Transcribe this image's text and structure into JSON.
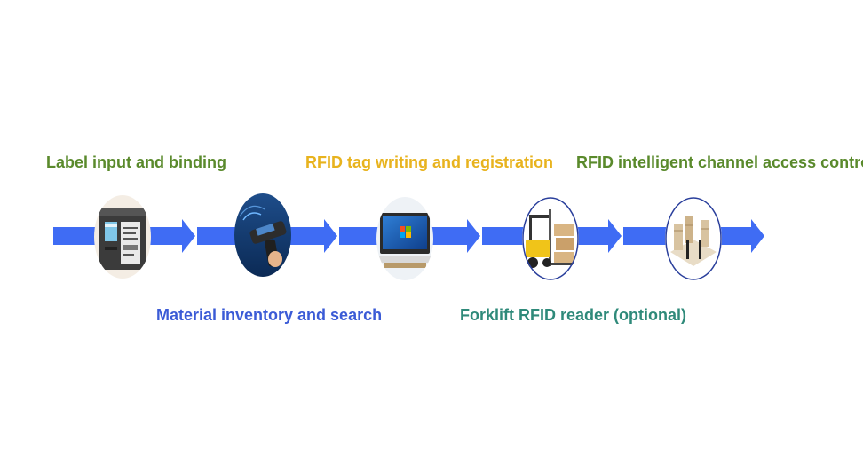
{
  "steps": [
    {
      "id": "label",
      "label": "Label input and binding",
      "color": "#5a8a2c",
      "icon": "label-printer-icon"
    },
    {
      "id": "inventory",
      "label": "Material inventory and search",
      "color": "#3b5bd6",
      "icon": "handheld-rfid-reader-icon"
    },
    {
      "id": "writing",
      "label": "RFID tag writing and registration",
      "color": "#e8b31e",
      "icon": "desktop-computer-icon"
    },
    {
      "id": "forklift",
      "label": "Forklift RFID reader (optional)",
      "color": "#2f8a7a",
      "icon": "forklift-icon"
    },
    {
      "id": "channel",
      "label": "RFID intelligent channel access control",
      "color": "#5a8a2c",
      "icon": "warehouse-channel-gate-icon"
    }
  ],
  "colors": {
    "arrow": "#3f6cf4",
    "node_border": "#2a3f9c"
  }
}
